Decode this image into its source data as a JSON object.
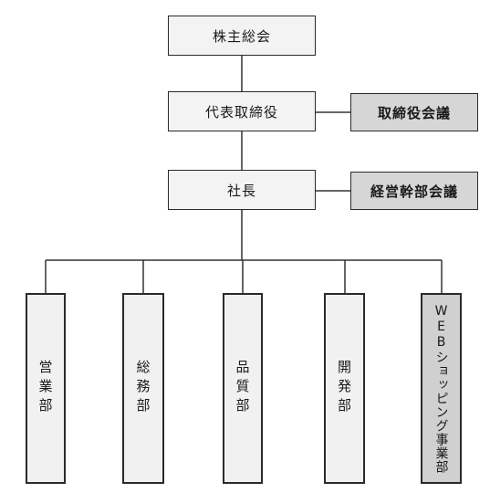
{
  "chart": {
    "shareholders_meeting": "株主総会",
    "representative_director": "代表取締役",
    "board_meeting": "取締役会議",
    "president": "社長",
    "management_meeting": "経営幹部会議",
    "departments": [
      "営業部",
      "総務部",
      "品質部",
      "開発部",
      "WEBショッピング事業部"
    ]
  }
}
